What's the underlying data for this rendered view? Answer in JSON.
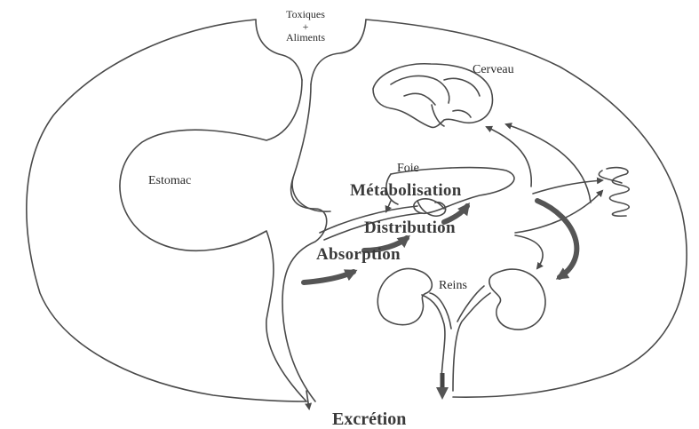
{
  "labels": {
    "input_top": "Toxiques",
    "input_plus": "+",
    "input_bottom": "Aliments",
    "stomach": "Estomac",
    "brain": "Cerveau",
    "liver": "Foie",
    "kidneys": "Reins",
    "metabolism": "Métabolisation",
    "distribution": "Distribution",
    "absorption": "Absorption",
    "excretion": "Excrétion"
  },
  "colors": {
    "line": "#4a4a4a",
    "thick_arrow": "#555555",
    "text": "#2a2a2a"
  }
}
